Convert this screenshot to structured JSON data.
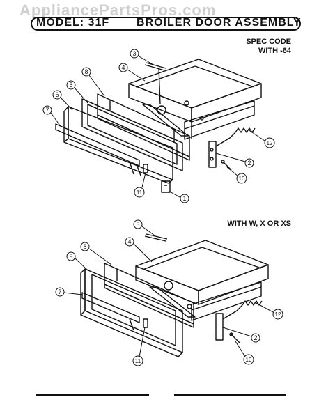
{
  "watermark": "AppliancePartsPros.com",
  "title": {
    "model": "MODEL: 31F",
    "name": "BROILER DOOR ASSEMBLY"
  },
  "section1": {
    "spec_line1": "SPEC CODE",
    "spec_line2": "WITH -64",
    "callouts": [
      "3",
      "4",
      "8",
      "5",
      "6",
      "7",
      "12",
      "2",
      "10",
      "11",
      "1"
    ]
  },
  "section2": {
    "spec_label": "WITH W, X OR XS",
    "callouts": [
      "3",
      "4",
      "8",
      "9",
      "7",
      "12",
      "2",
      "10",
      "11"
    ]
  }
}
